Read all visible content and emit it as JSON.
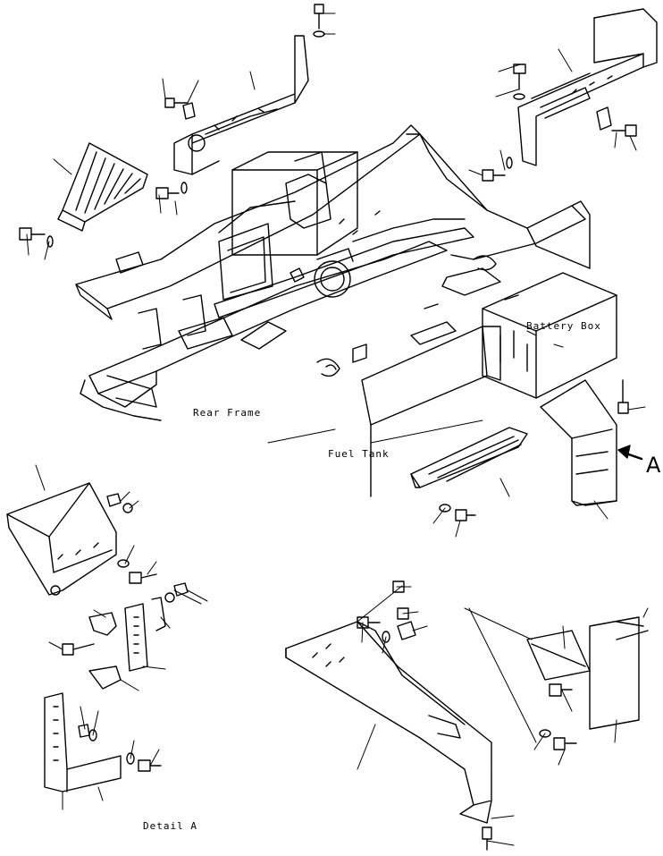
{
  "diagram": {
    "labels": {
      "battery_box": "Battery Box",
      "rear_frame": "Rear Frame",
      "fuel_tank": "Fuel Tank",
      "detail_a": "Detail A",
      "view_a": "A"
    },
    "line_color": "#000000",
    "background_color": "#ffffff"
  }
}
